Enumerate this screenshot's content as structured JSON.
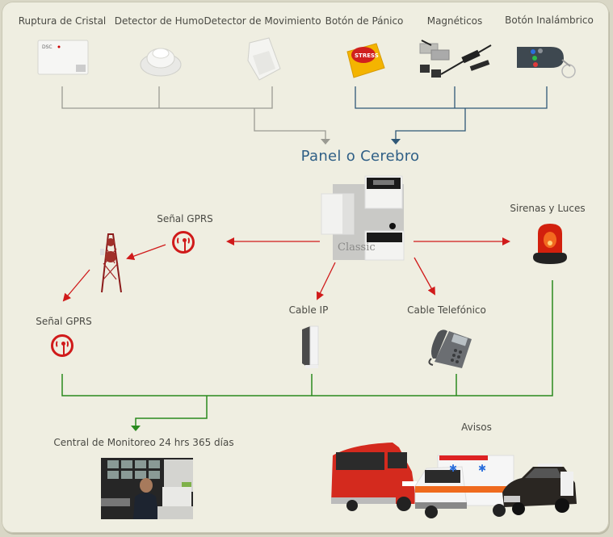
{
  "devices_top": [
    {
      "label": "Ruptura de Cristal",
      "icon": "glass-break-sensor-icon",
      "group": "wired"
    },
    {
      "label": "Detector de Humo",
      "icon": "smoke-detector-icon",
      "group": "wired"
    },
    {
      "label": "Detector de Movimiento",
      "icon": "motion-detector-icon",
      "group": "wired"
    },
    {
      "label": "Botón de Pánico",
      "icon": "panic-button-icon",
      "group": "wireless",
      "button_text": "STRESS"
    },
    {
      "label": "Magnéticos",
      "icon": "magnetic-contacts-icon",
      "group": "wireless"
    },
    {
      "label": "Botón Inalámbrico",
      "icon": "wireless-keyfob-icon",
      "group": "wireless"
    }
  ],
  "panel": {
    "title": "Panel o Cerebro",
    "icon": "alarm-panel-icon",
    "brand_text": "Classic"
  },
  "outputs": {
    "gprs_near": {
      "label": "Señal GPRS",
      "icon": "gprs-signal-icon"
    },
    "tower": {
      "icon": "cell-tower-icon"
    },
    "gprs_far": {
      "label": "Señal GPRS",
      "icon": "gprs-signal-icon"
    },
    "cable_ip": {
      "label": "Cable IP",
      "icon": "router-icon"
    },
    "cable_phone": {
      "label": "Cable Telefónico",
      "icon": "telephone-icon"
    },
    "sirens": {
      "label": "Sirenas y Luces",
      "icon": "siren-light-icon"
    }
  },
  "monitoring": {
    "label": "Central de Monitoreo 24 hrs 365 días",
    "icon": "monitoring-center-photo"
  },
  "alerts": {
    "label": "Avisos",
    "vehicles": [
      "fire-truck-icon",
      "ambulance-icon",
      "police-car-icon"
    ]
  },
  "colors": {
    "background": "#efeee1",
    "wired_line": "#9a9a92",
    "wireless_line": "#2f5877",
    "signal_arrow": "#d01a1a",
    "monitor_line": "#2a8a1e",
    "title": "#2f5f86"
  }
}
